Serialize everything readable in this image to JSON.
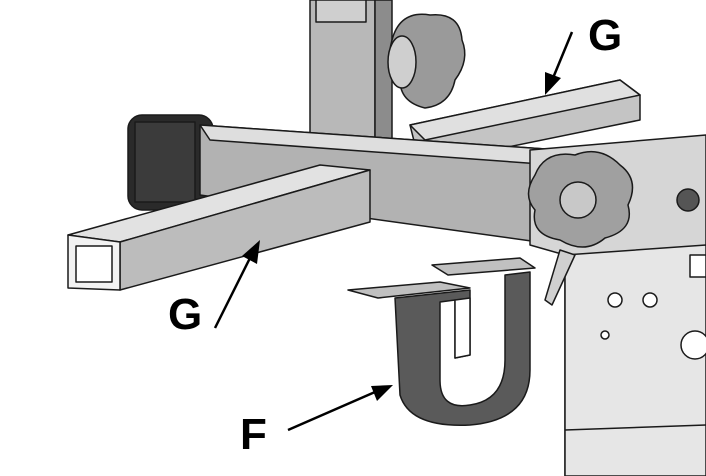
{
  "labels": {
    "g_top": "G",
    "g_bottom": "G",
    "f": "F"
  },
  "colors": {
    "metal_light": "#d4d4d4",
    "metal_mid": "#a8a8a8",
    "metal_dark": "#6e6e6e",
    "bracket": "#5a5a5a",
    "outline": "#1a1a1a"
  }
}
